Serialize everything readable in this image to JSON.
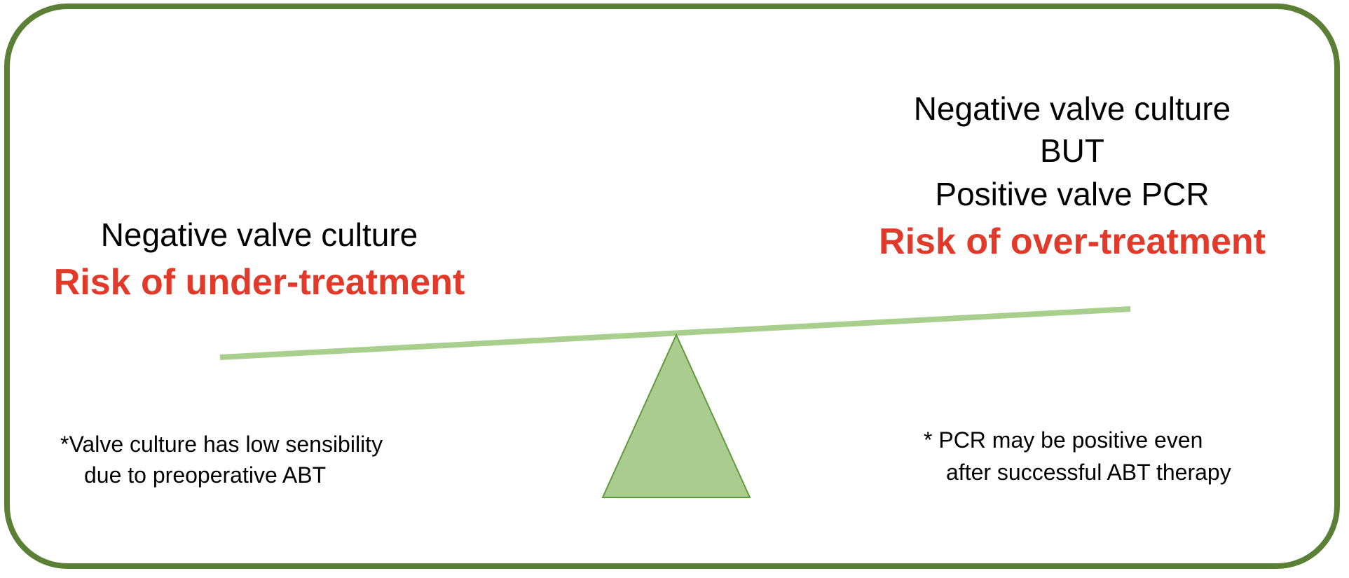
{
  "left": {
    "heading": "Negative valve culture",
    "risk": "Risk of under-treatment",
    "note_line1": "*Valve culture has low sensibility",
    "note_line2": "due to preoperative ABT"
  },
  "right": {
    "heading_line1": "Negative valve culture",
    "heading_line2": "BUT",
    "heading_line3": "Positive valve PCR",
    "risk": "Risk of over-treatment",
    "note_line1": "* PCR may be positive even",
    "note_line2": "after successful ABT therapy"
  },
  "colors": {
    "frame": "#5b7f35",
    "beam": "#a9cf8e",
    "fulcrum_fill": "#abcc8f",
    "fulcrum_stroke": "#5f9a3c",
    "risk_text": "#e23a2a"
  }
}
